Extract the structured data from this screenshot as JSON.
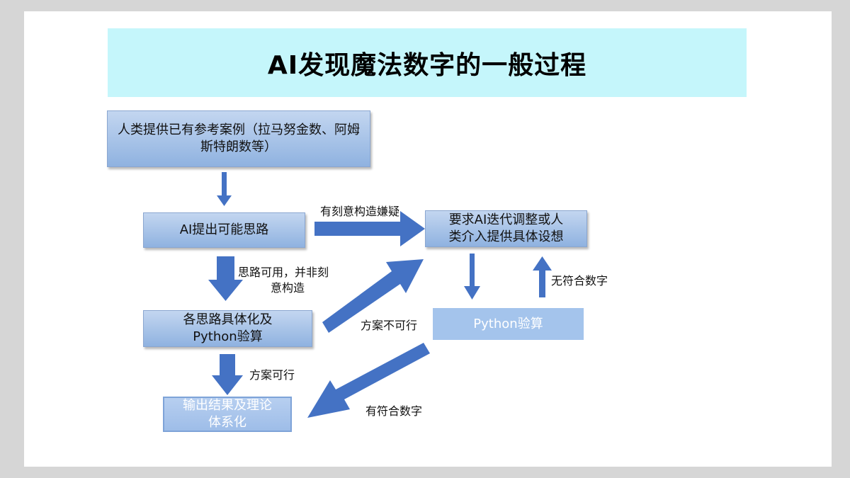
{
  "title": "AI发现魔法数字的一般过程",
  "nodes": {
    "human_cases": "人类提供已有参考案例（拉马努金数、阿姆斯特朗数等）",
    "ai_ideas": "AI提出可能思路",
    "concretize_line1": "各思路具体化及",
    "concretize_line2": "Python验算",
    "iterate_line1": "要求AI迭代调整或人",
    "iterate_line2": "类介入提供具体设想",
    "python_verify": "Python验算",
    "output_line1": "输出结果及理论",
    "output_line2": "体系化"
  },
  "edge_labels": {
    "suspect_construct": "有刻意构造嫌疑",
    "feasible_line1": "思路可用，并非刻",
    "feasible_line2": "意构造",
    "plan_infeasible": "方案不可行",
    "plan_feasible": "方案可行",
    "no_match": "无符合数字",
    "has_match": "有符合数字"
  },
  "colors": {
    "title_bg": "#c5f6fb",
    "arrow": "#4472c4",
    "box_light": "#a4c4ec"
  }
}
